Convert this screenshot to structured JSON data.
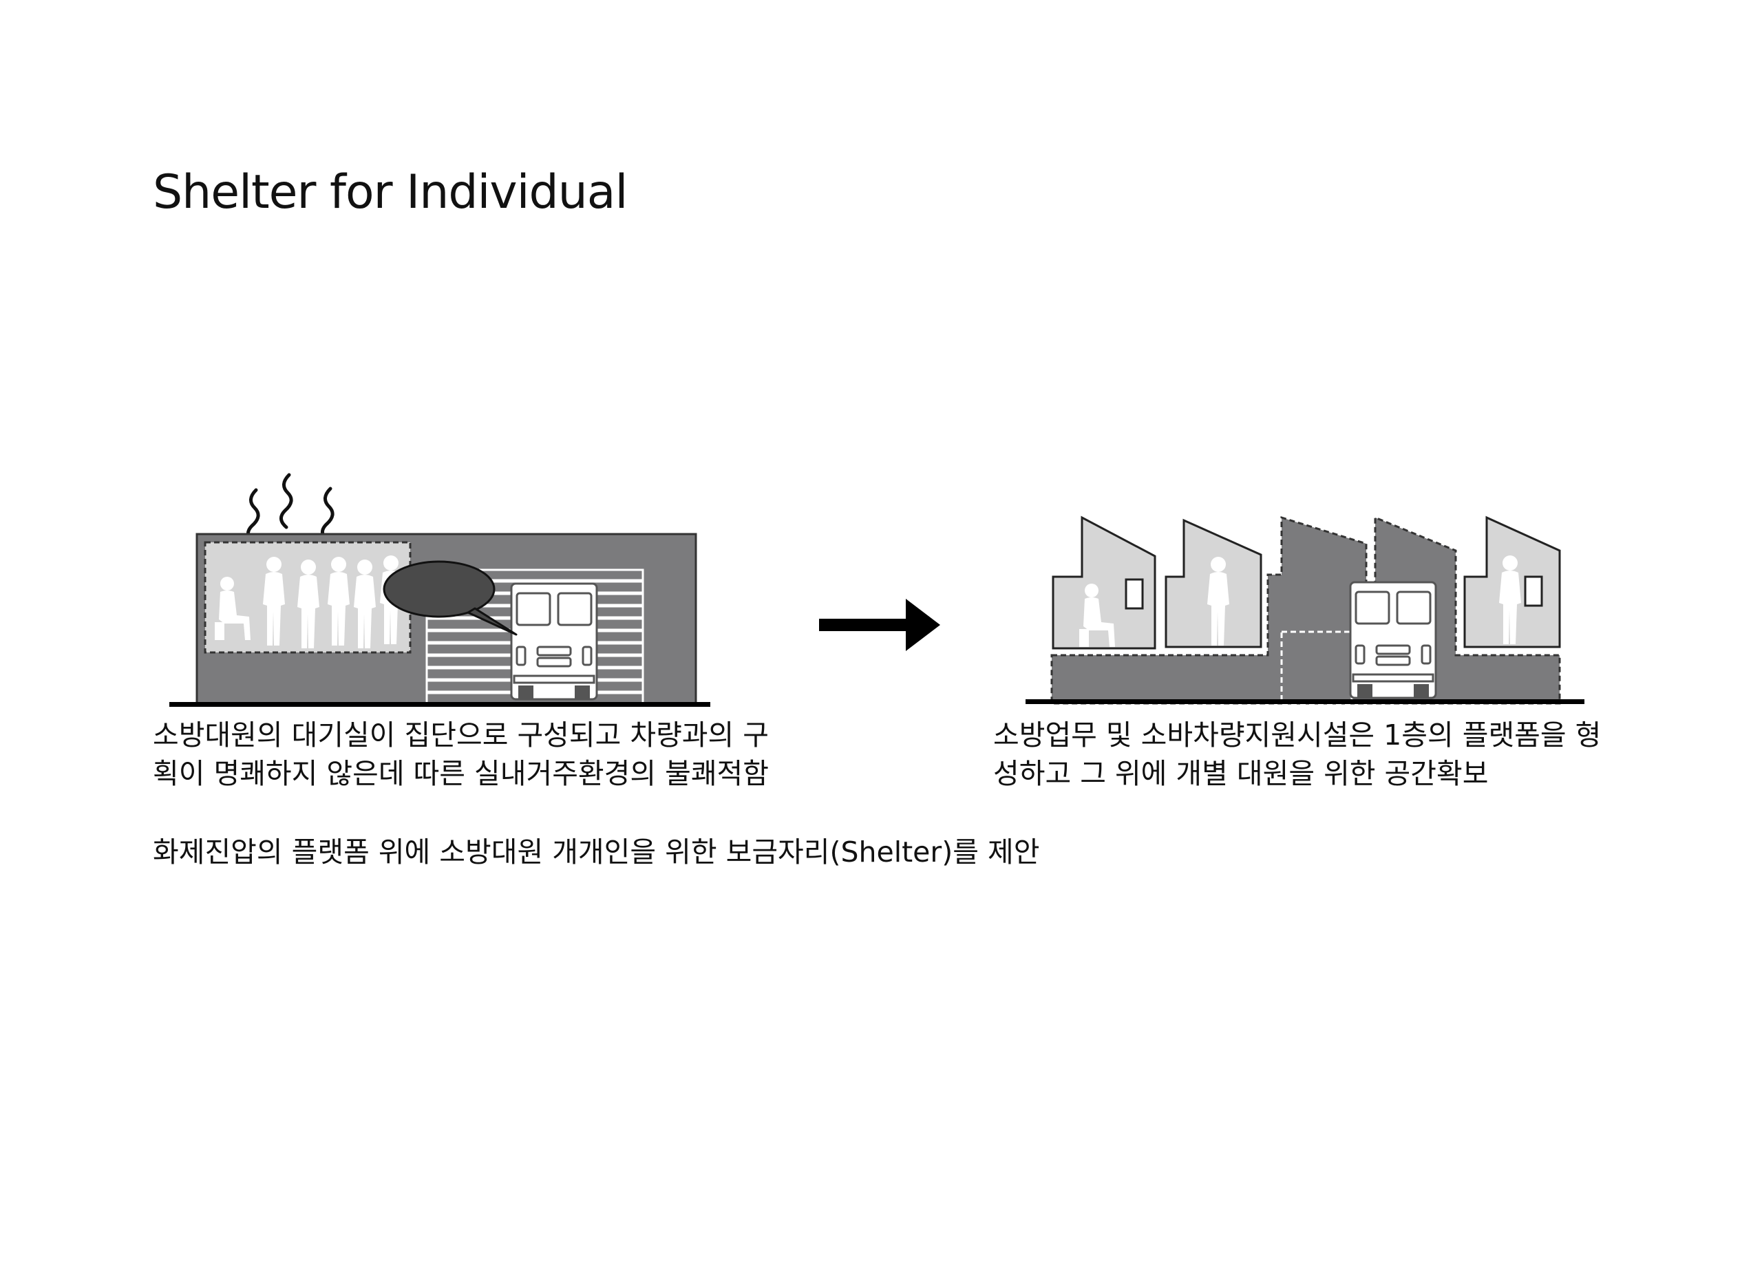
{
  "title": "Shelter for Individual",
  "left_caption": {
    "line1": "소방대원의 대기실이 집단으로 구성되고 차량과의 구",
    "line2": "획이 명쾌하지 않은데 따른 실내거주환경의 불쾌적함"
  },
  "right_caption": {
    "line1": "소방업무 및 소바차량지원시설은 1층의 플랫폼을 형",
    "line2": "성하고 그 위에 개별 대원을 위한 공간확보"
  },
  "bottom_caption": "화제진압의 플랫폼 위에 소방대원 개개인을 위한 보금자리(Shelter)를 제안",
  "colors": {
    "wall": "#7b7b7d",
    "room": "#d6d6d6",
    "dark_bubble": "#4a4a4a",
    "ground": "#000000",
    "silhouette": "#ffffff"
  },
  "icons": [
    "odor-squiggle-icon",
    "speech-bubble-icon",
    "fire-truck-icon",
    "arrow-right-icon",
    "person-silhouette-icon"
  ]
}
